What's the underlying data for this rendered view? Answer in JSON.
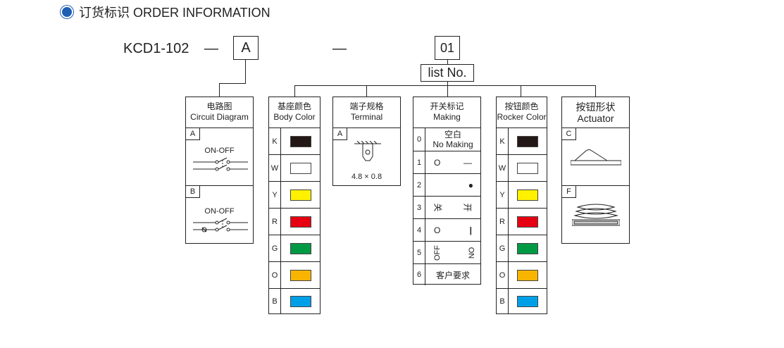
{
  "header": {
    "title": "订货标识 ORDER INFORMATION"
  },
  "code": {
    "model": "KCD1-102",
    "dash1": "—",
    "dash2": "—",
    "slot_a": "A",
    "slot_b": "01",
    "list_label": "list No."
  },
  "columns": {
    "circuit": {
      "title_cn": "电路图",
      "title_en": "Circuit Diagram",
      "options": [
        {
          "code": "A",
          "label": "ON-OFF"
        },
        {
          "code": "B",
          "label": "ON-OFF"
        }
      ]
    },
    "body_color": {
      "title_cn": "基座颜色",
      "title_en": "Body Color",
      "options": [
        {
          "code": "K",
          "color": "#231815"
        },
        {
          "code": "W",
          "color": "#ffffff"
        },
        {
          "code": "Y",
          "color": "#fff100"
        },
        {
          "code": "R",
          "color": "#e60012"
        },
        {
          "code": "G",
          "color": "#009944"
        },
        {
          "code": "O",
          "color": "#f8b500"
        },
        {
          "code": "B",
          "color": "#00a0e9"
        }
      ]
    },
    "terminal": {
      "title_cn": "端子规格",
      "title_en": "Terminal",
      "options": [
        {
          "code": "A",
          "size": "4.8 × 0.8"
        }
      ]
    },
    "making": {
      "title_cn": "开关标记",
      "title_en": "Making",
      "options": [
        {
          "code": "0",
          "left": "空白",
          "right": "No Making"
        },
        {
          "code": "1",
          "left": "O",
          "right": "—"
        },
        {
          "code": "2",
          "left": "",
          "right": "●"
        },
        {
          "code": "3",
          "left": "关",
          "right": "开"
        },
        {
          "code": "4",
          "left": "O",
          "right": "|"
        },
        {
          "code": "5",
          "left": "OFF",
          "right": "ON"
        },
        {
          "code": "6",
          "left": "客户要求",
          "right": ""
        }
      ]
    },
    "rocker_color": {
      "title_cn": "按钮颜色",
      "title_en": "Rocker Color",
      "options": [
        {
          "code": "K",
          "color": "#231815"
        },
        {
          "code": "W",
          "color": "#ffffff"
        },
        {
          "code": "Y",
          "color": "#fff100"
        },
        {
          "code": "R",
          "color": "#e60012"
        },
        {
          "code": "G",
          "color": "#009944"
        },
        {
          "code": "O",
          "color": "#f8b500"
        },
        {
          "code": "B",
          "color": "#00a0e9"
        }
      ]
    },
    "actuator": {
      "title_cn": "按钮形状",
      "title_en": "Actuator",
      "options": [
        {
          "code": "C"
        },
        {
          "code": "F"
        }
      ]
    }
  }
}
